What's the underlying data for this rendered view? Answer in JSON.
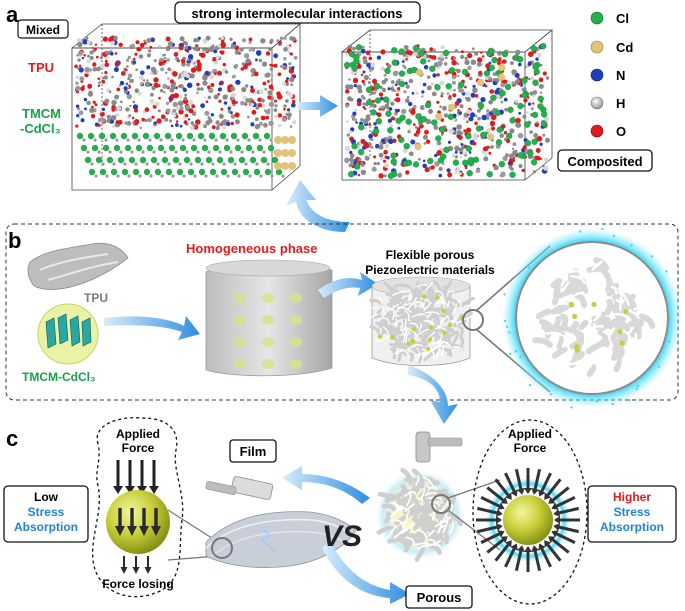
{
  "panel_a": {
    "letter": "a",
    "top_label": "strong  intermolecular interactions",
    "mixed_label": "Mixed",
    "tpu_label": "TPU",
    "tmcm_line1": "TMCM",
    "tmcm_line2": "-CdCl₃",
    "composited_label": "Composited",
    "legend": [
      {
        "symbol": "Cl",
        "color": "#22b14c"
      },
      {
        "symbol": "Cd",
        "color": "#e3c27a"
      },
      {
        "symbol": "N",
        "color": "#1f3fbf"
      },
      {
        "symbol": "H",
        "color": "#e6e6e6"
      },
      {
        "symbol": "O",
        "color": "#e01b1b"
      }
    ]
  },
  "panel_b": {
    "letter": "b",
    "tpu_label": "TPU",
    "tmcm_label": "TMCM-CdCl₃",
    "homogeneous_label": "Homogeneous phase",
    "porous_line1": "Flexible porous",
    "porous_line2": "Piezoelectric materials"
  },
  "panel_c": {
    "letter": "c",
    "low_line1": "Low",
    "low_line2": "Stress",
    "low_line3": "Absorption",
    "applied_left_line1": "Applied",
    "applied_left_line2": "Force",
    "force_losing": "Force losing",
    "film_label": "Film",
    "vs_label": "VS",
    "porous_label": "Porous",
    "applied_right_line1": "Applied",
    "applied_right_line2": "Force",
    "higher_line1": "Higher",
    "higher_line2": "Stress",
    "higher_line3": "Absorption"
  },
  "colors": {
    "red": "#e8191c",
    "green": "#1aa04b",
    "blue": "#1f83d6",
    "arrow_blue": "#3aa0e8"
  }
}
